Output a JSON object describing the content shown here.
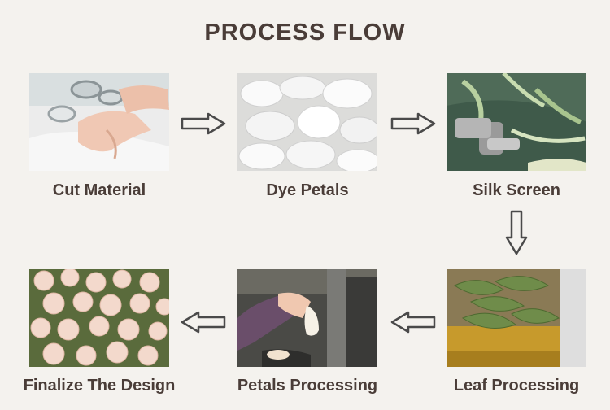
{
  "title": "PROCESS FLOW",
  "steps": [
    {
      "label": "Cut Material",
      "icon": "cutting-material-photo"
    },
    {
      "label": "Dye Petals",
      "icon": "dyed-petals-photo"
    },
    {
      "label": "Silk Screen",
      "icon": "silk-screen-photo"
    },
    {
      "label": "Leaf Processing",
      "icon": "leaf-processing-photo"
    },
    {
      "label": "Petals Processing",
      "icon": "petals-processing-photo"
    },
    {
      "label": "Finalize The Design",
      "icon": "finished-roses-photo"
    }
  ],
  "colors": {
    "text": "#4a3d38",
    "background": "#f4f2ee",
    "arrow_stroke": "#4a4a4a"
  }
}
